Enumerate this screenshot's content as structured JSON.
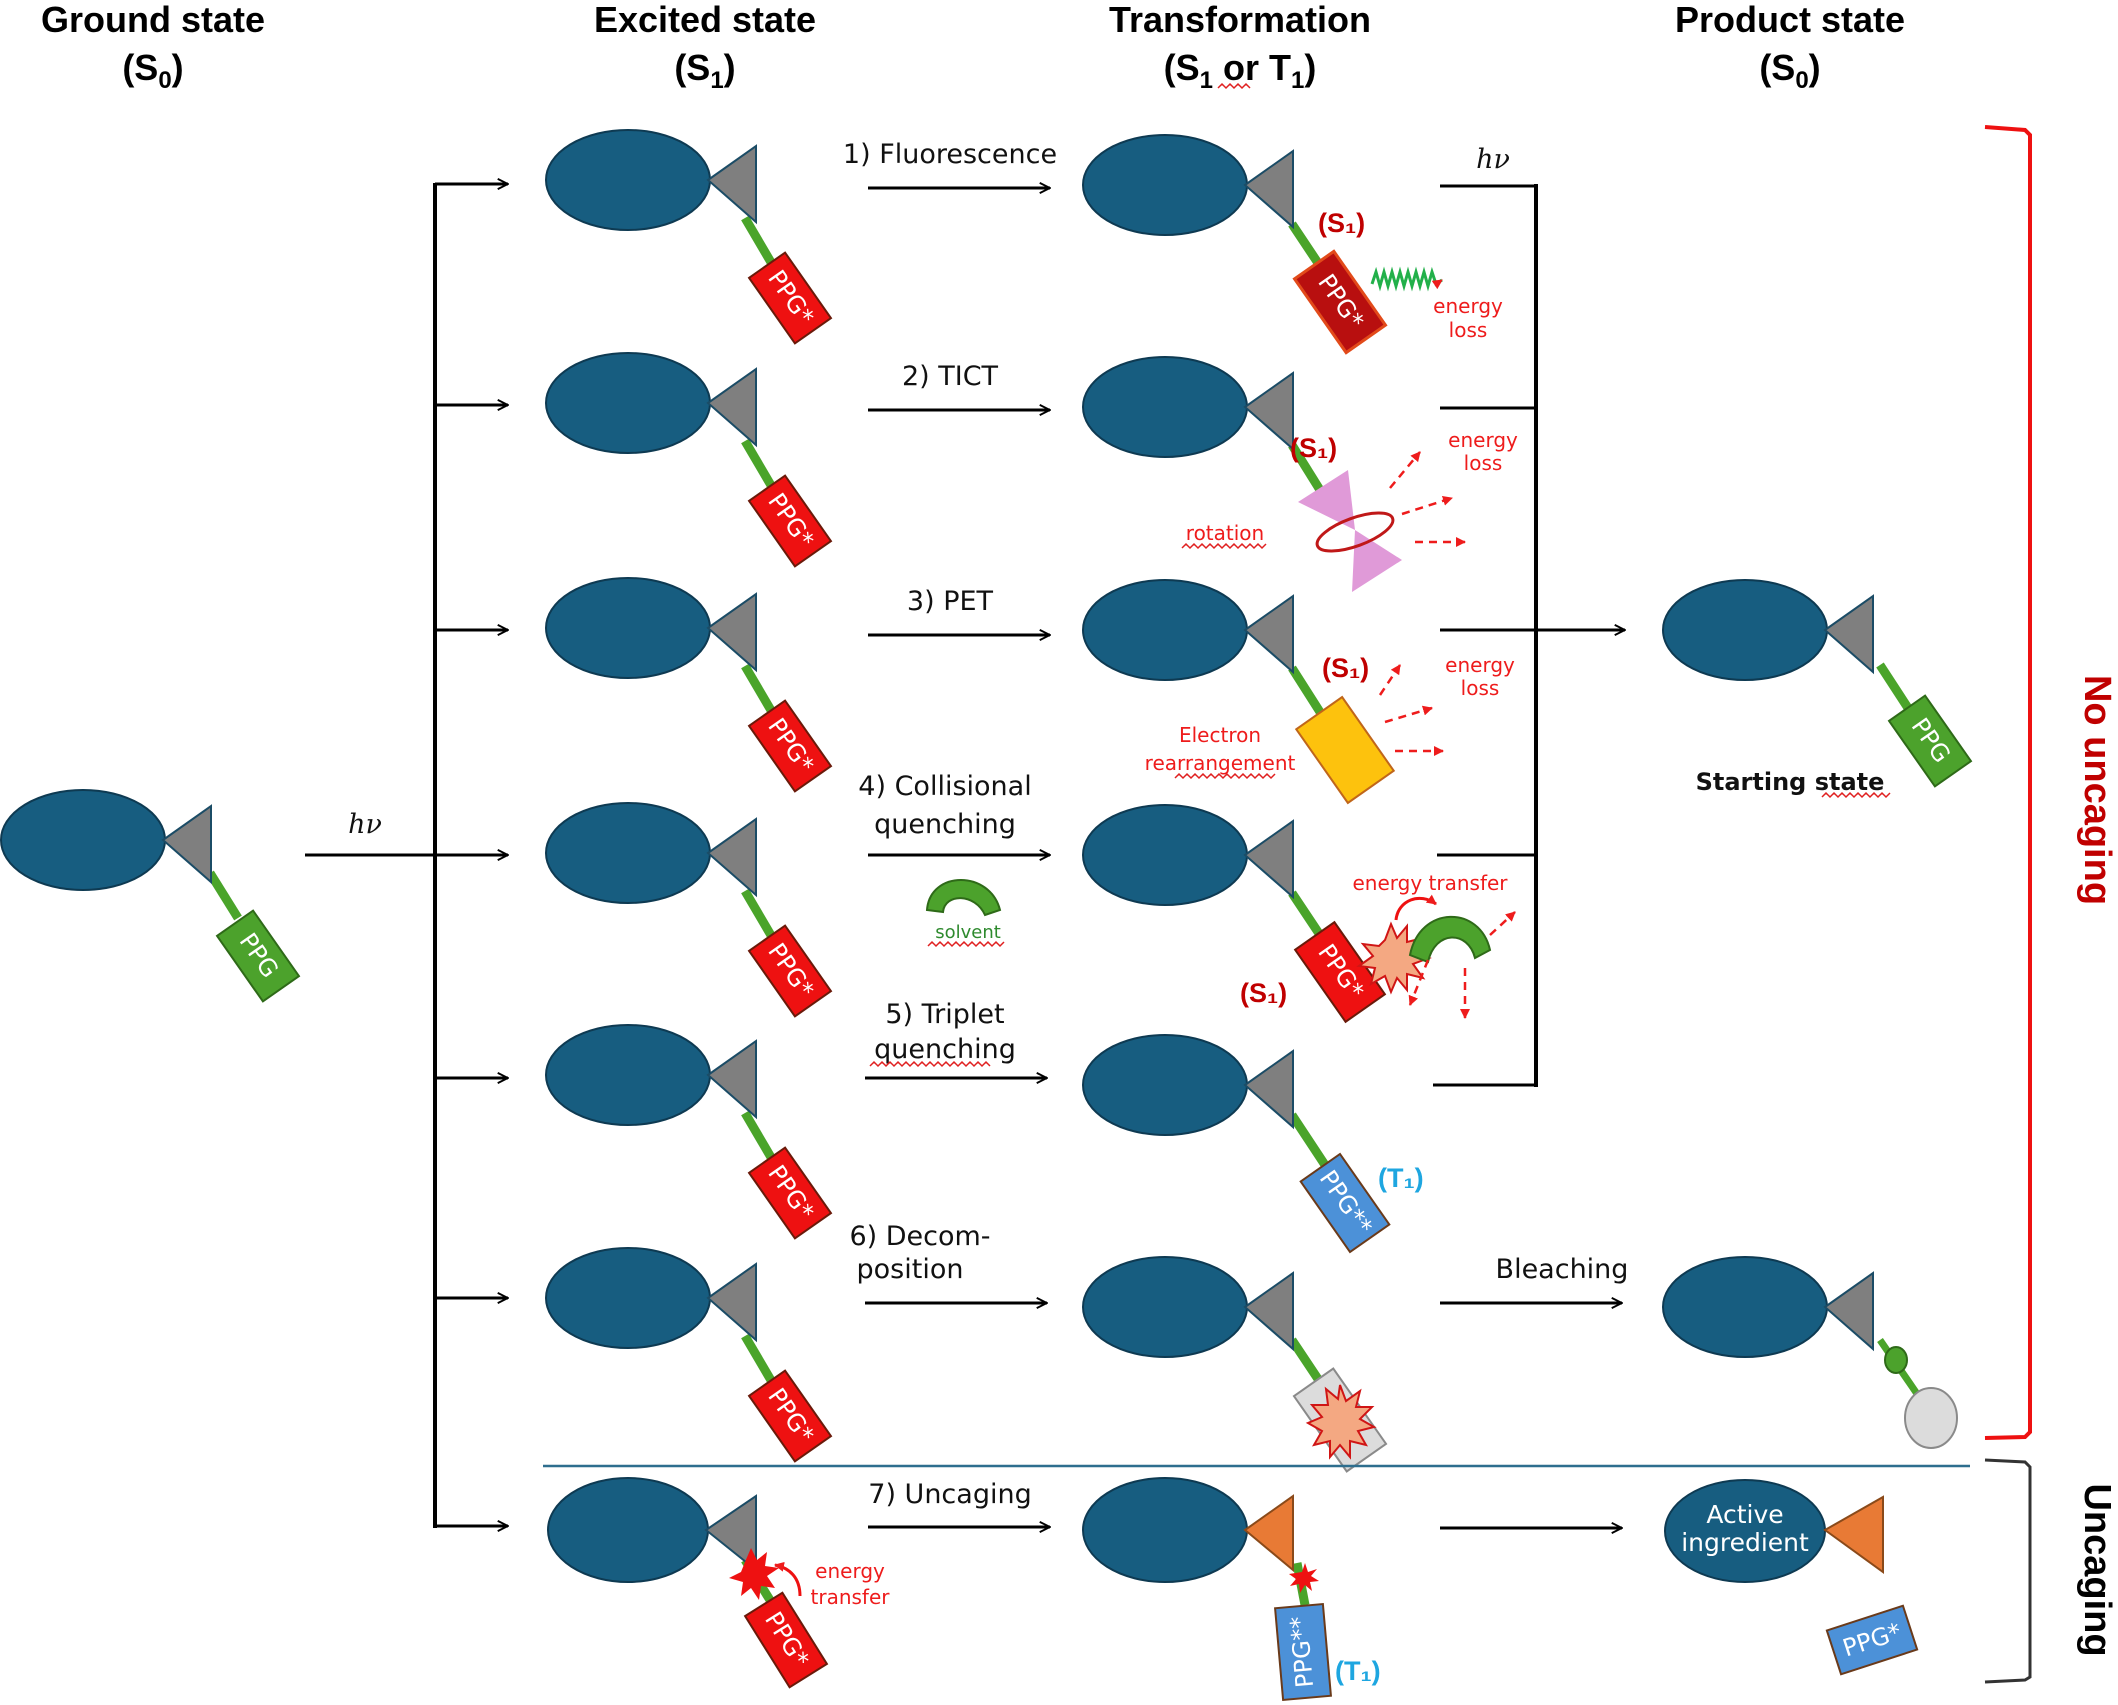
{
  "headers": [
    {
      "line1": "Ground state",
      "line2_main": "(S",
      "line2_sub": "0",
      "line2_end": ")"
    },
    {
      "line1": "Excited state",
      "line2_main": "(S",
      "line2_sub": "1",
      "line2_end": ")"
    },
    {
      "line1": "Transformation",
      "line2_main": "(S",
      "line2_sub": "1",
      "line2_mid": " or T",
      "line2_sub2": "1",
      "line2_end": ")"
    },
    {
      "line1": "Product state",
      "line2_main": "(S",
      "line2_sub": "0",
      "line2_end": ")"
    }
  ],
  "ground": {
    "ppg_label": "PPG",
    "excitation_label": "hν"
  },
  "excited": {
    "ppg_label": "PPG*"
  },
  "processes": [
    {
      "id": 1,
      "label_lines": [
        "1) Fluorescence"
      ]
    },
    {
      "id": 2,
      "label_lines": [
        "2) TICT"
      ]
    },
    {
      "id": 3,
      "label_lines": [
        "3) PET"
      ]
    },
    {
      "id": 4,
      "label_lines": [
        "4) Collisional",
        "quenching"
      ],
      "extra": "solvent"
    },
    {
      "id": 5,
      "label_lines": [
        "5) Triplet",
        "quenching"
      ]
    },
    {
      "id": 6,
      "label_lines": [
        "6) Decom-",
        "position"
      ]
    },
    {
      "id": 7,
      "label_lines": [
        "7) Uncaging"
      ]
    }
  ],
  "transformation": {
    "fluorescence": {
      "state": "(S₁)",
      "ppg": "PPG*",
      "note_lines": [
        "energy",
        "loss"
      ],
      "emission_label": "hν"
    },
    "tict": {
      "state": "(S₁)",
      "side_note": "rotation",
      "note_lines": [
        "energy",
        "loss"
      ]
    },
    "pet": {
      "state": "(S₁)",
      "side_note_lines": [
        "Electron",
        "rearrangement"
      ],
      "note_lines": [
        "energy",
        "loss"
      ]
    },
    "collisional": {
      "state": "(S₁)",
      "ppg": "PPG*",
      "note": "energy transfer"
    },
    "triplet": {
      "state": "(T₁)",
      "ppg": "PPG**"
    },
    "decomposition": {},
    "uncaging": {
      "state": "(T₁)",
      "ppg": "PPG**",
      "excited_note_lines": [
        "energy",
        "transfer"
      ]
    }
  },
  "product": {
    "starting_state_label": "Starting state",
    "starting_ppg": "PPG",
    "bleaching_label": "Bleaching",
    "active_ingredient_lines": [
      "Active",
      "ingredient"
    ],
    "released_ppg": "PPG*"
  },
  "brackets": {
    "no_uncaging": "No uncaging",
    "uncaging": "Uncaging"
  },
  "colors": {
    "molecule": "#175d80",
    "linker_triangle": "#7f7f7f",
    "linker": "#4aa42a",
    "ppg_ground": "#4ca22c",
    "ppg_excited": "#ee1111",
    "ppg_triplet": "#4c91d8",
    "tict_twist": "#e09ad8",
    "pet_box": "#fdc20d",
    "released_triangle": "#e87a35",
    "bracket_no_uncaging": "#ee1111",
    "side_label_no_uncaging": "#c00000",
    "divider": "#2e6e8e",
    "state_s1": "#c00000",
    "state_t1": "#1ea6e0",
    "annotation_red": "#ee1c1c"
  }
}
